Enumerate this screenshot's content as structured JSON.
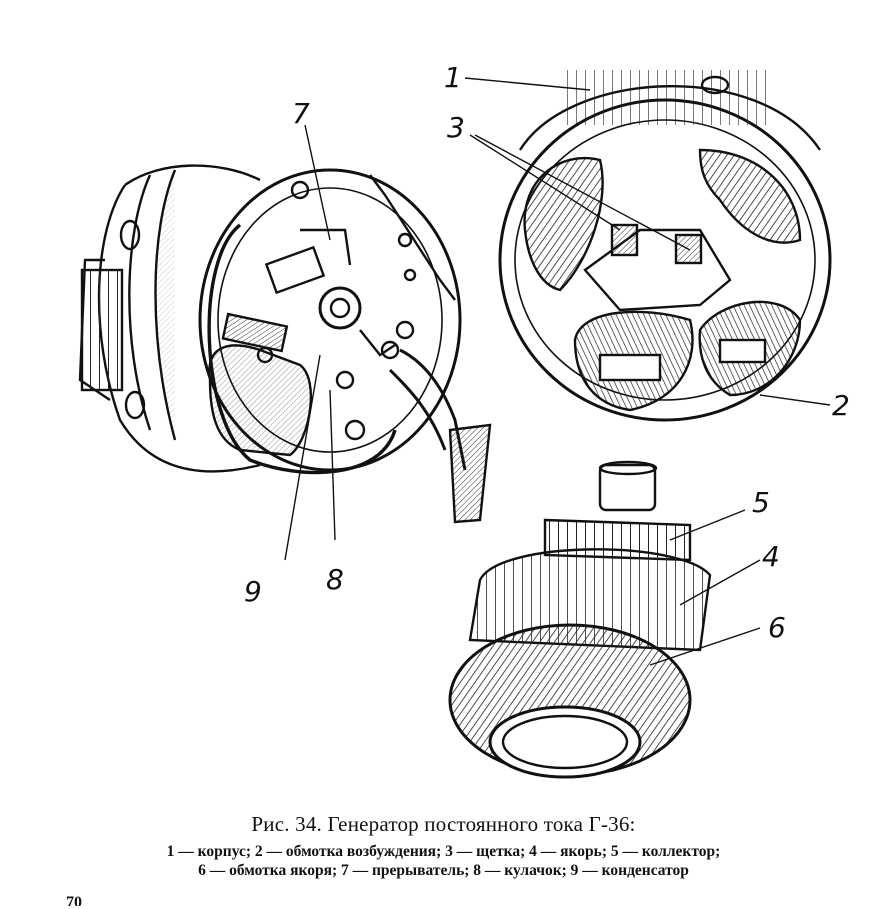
{
  "figure": {
    "callouts": {
      "c1": "1",
      "c2": "2",
      "c3": "3",
      "c4": "4",
      "c5": "5",
      "c6": "6",
      "c7": "7",
      "c8": "8",
      "c9": "9"
    },
    "illustration": "line-drawing of generator parts: end cover with interrupter and condenser (left), housing with field windings (top right), armature with commutator (bottom right)"
  },
  "caption": {
    "title": "Рис. 34. Генератор постоянного тока Г-36:",
    "legend_line_1": "1 — корпус; 2 — обмотка возбуждения; 3 — щетка; 4 — якорь; 5 — коллектор;",
    "legend_line_2": "6 — обмотка якоря; 7 — прерыватель; 8 — кулачок; 9 — конденсатор"
  },
  "page_number": "70"
}
